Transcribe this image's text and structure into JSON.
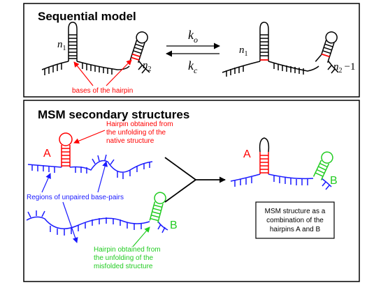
{
  "panel_top": {
    "title": "Sequential model",
    "rate_forward": "k",
    "rate_forward_sub": "o",
    "rate_backward": "k",
    "rate_backward_sub": "c",
    "left_n1": "n",
    "left_n1_sub": "1",
    "left_n2": "n",
    "left_n2_sub": "2",
    "right_n1": "n",
    "right_n1_sub": "1",
    "right_n2": "n",
    "right_n2_sub": "2",
    "right_n2_suffix": "−1",
    "annotation": "bases of the hairpin"
  },
  "panel_bottom": {
    "title": "MSM secondary structures",
    "hairpin_a_label": "A",
    "hairpin_b_label": "B",
    "native_note": [
      "Hairpin obtained from",
      "the unfolding of the",
      "native structure"
    ],
    "misfolded_note": [
      "Hairpin obtained from",
      "the unfolding of the",
      "misfolded structure"
    ],
    "unpaired_note": "Regions of unpaired base-pairs",
    "result_a_label": "A",
    "result_b_label": "B",
    "result_box": [
      "MSM structure as a",
      "combination of the",
      "hairpins A and B"
    ]
  },
  "colors": {
    "red": "#ff0000",
    "blue": "#1a1aff",
    "green": "#22cc22",
    "black": "#000000"
  }
}
